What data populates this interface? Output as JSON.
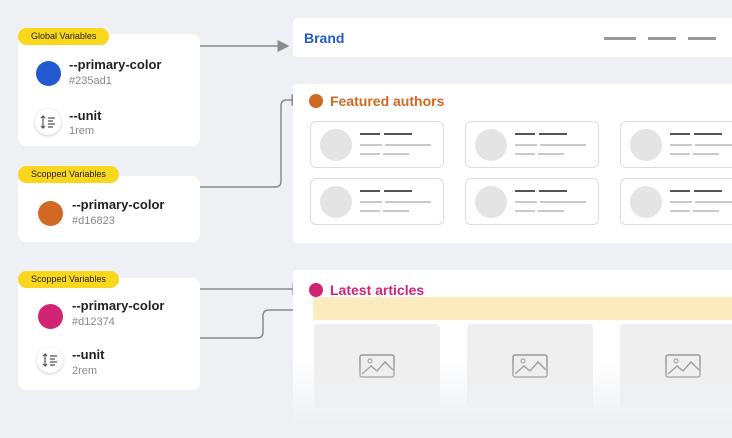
{
  "global": {
    "badge": "Global Variables",
    "vars": [
      {
        "name": "--primary-color",
        "value": "#235ad1"
      },
      {
        "name": "--unit",
        "value": "1rem"
      }
    ]
  },
  "scoped1": {
    "badge": "Scopped Variables",
    "vars": [
      {
        "name": "--primary-color",
        "value": "#d16823"
      }
    ]
  },
  "scoped2": {
    "badge": "Scopped Variables",
    "vars": [
      {
        "name": "--primary-color",
        "value": "#d12374"
      },
      {
        "name": "--unit",
        "value": "2rem"
      }
    ]
  },
  "brand": {
    "title": "Brand"
  },
  "featured": {
    "title": "Featured authors"
  },
  "articles": {
    "title": "Latest articles"
  },
  "colors": {
    "blue": "#235ad1",
    "orange": "#d16823",
    "pink": "#d12374",
    "badge": "#f9d71c"
  }
}
